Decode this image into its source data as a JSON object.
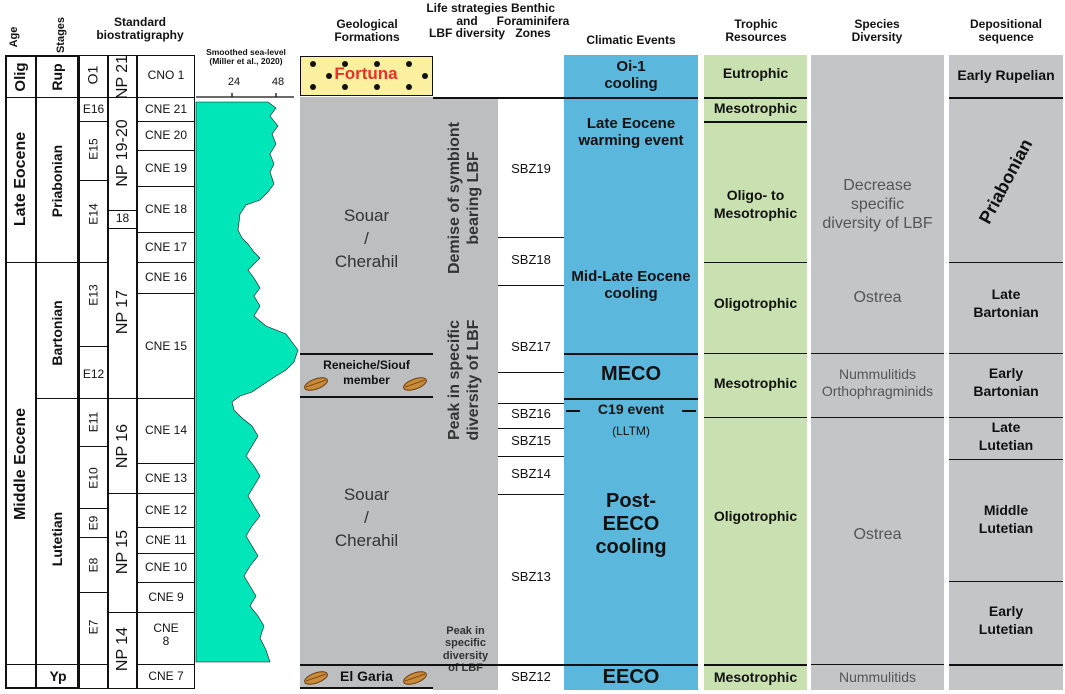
{
  "headers": {
    "age": "Age",
    "stages": "Stages",
    "standard_biostratigraphy": "Standard\nbiostratigraphy",
    "sea_level_title": "Smoothed sea-level\n(Miller et al., 2020)",
    "sea_level_tick_1": "24",
    "sea_level_tick_2": "48",
    "geological_formations": "Geological\nFormations",
    "life_strategies": "Life strategies\nand\nLBF diversity",
    "benthic_zones": "Benthic\nForaminifera\nZones",
    "climatic_events": "Climatic Events",
    "trophic_resources": "Trophic\nResources",
    "species_diversity": "Species\nDiversity",
    "depositional_sequence": "Depositional\nsequence"
  },
  "age": {
    "olig": "Olig",
    "late_eocene": "Late Eocene",
    "middle_eocene": "Middle Eocene"
  },
  "stages": {
    "rup": "Rup",
    "priabonian": "Priabonian",
    "bartonian": "Bartonian",
    "lutetian": "Lutetian",
    "yp": "Yp"
  },
  "e_zones": [
    "O1",
    "E16",
    "E15",
    "E14",
    "E13",
    "E12",
    "E11",
    "E10",
    "E9",
    "E8",
    "E7"
  ],
  "np_zones": [
    "NP 21",
    "NP 19-20",
    "18",
    "NP 17",
    "NP 16",
    "NP 15",
    "NP 14"
  ],
  "cne_zones": [
    "CNO 1",
    "CNE 21",
    "CNE 20",
    "CNE 19",
    "CNE 18",
    "CNE 17",
    "CNE 16",
    "CNE 15",
    "CNE 14",
    "CNE 13",
    "CNE 12",
    "CNE 11",
    "CNE 10",
    "CNE 9",
    "CNE\n8",
    "CNE 7"
  ],
  "formations": {
    "fortuna": "Fortuna",
    "souar_upper": "Souar\n/\nCherahil",
    "reneiche": "Reneiche/Siouf\nmember",
    "souar_lower": "Souar\n/\nCherahil",
    "el_garia": "El Garia"
  },
  "life_strategies": {
    "demise": "Demise of symbiont\nbearing LBF",
    "peak": "Peak in specific\ndiversity of LBF",
    "peak_small": "Peak in\nspecific\ndiversity\nof LBF"
  },
  "sbz_zones": [
    "SBZ19",
    "SBZ18",
    "SBZ17",
    "SBZ16",
    "SBZ15",
    "SBZ14",
    "SBZ13",
    "SBZ12"
  ],
  "climatic": {
    "oi1": "Oi-1\ncooling",
    "late_eocene_warming": "Late Eocene\nwarming event",
    "mid_late_cooling": "Mid-Late Eocene\ncooling",
    "meco": "MECO",
    "c19": "C19 event",
    "lltm": "(LLTM)",
    "post_eeco": "Post-\nEECO\ncooling",
    "eeco": "EECO"
  },
  "trophic": {
    "eutrophic": "Eutrophic",
    "mesotrophic_1": "Mesotrophic",
    "oligo_meso": "Oligo- to\nMesotrophic",
    "oligotrophic_1": "Oligotrophic",
    "mesotrophic_2": "Mesotrophic",
    "oligotrophic_2": "Oligotrophic",
    "mesotrophic_3": "Mesotrophic"
  },
  "species": {
    "decrease": "Decrease\nspecific\ndiversity of LBF",
    "ostrea_1": "Ostrea",
    "nummulitids_ortho": "Nummulitids\nOrthophragminids",
    "ostrea_2": "Ostrea",
    "nummulitids": "Nummulitids"
  },
  "depositional": {
    "early_rupelian": "Early Rupelian",
    "priabonian": "Priabonian",
    "late_bartonian": "Late\nBartonian",
    "early_bartonian": "Early\nBartonian",
    "late_lutetian": "Late\nLutetian",
    "middle_lutetian": "Middle\nLutetian",
    "early_lutetian": "Early\nLutetian"
  },
  "colors": {
    "sea_level_fill": "#00e6b8",
    "formation_gray": "#bdbebf",
    "fortuna_fill": "#fbf0a0",
    "fortuna_text": "#e8302a",
    "climatic_blue": "#5bb8dc",
    "trophic_green": "#c9e0b0",
    "diversity_gray": "#c4c5c6"
  }
}
